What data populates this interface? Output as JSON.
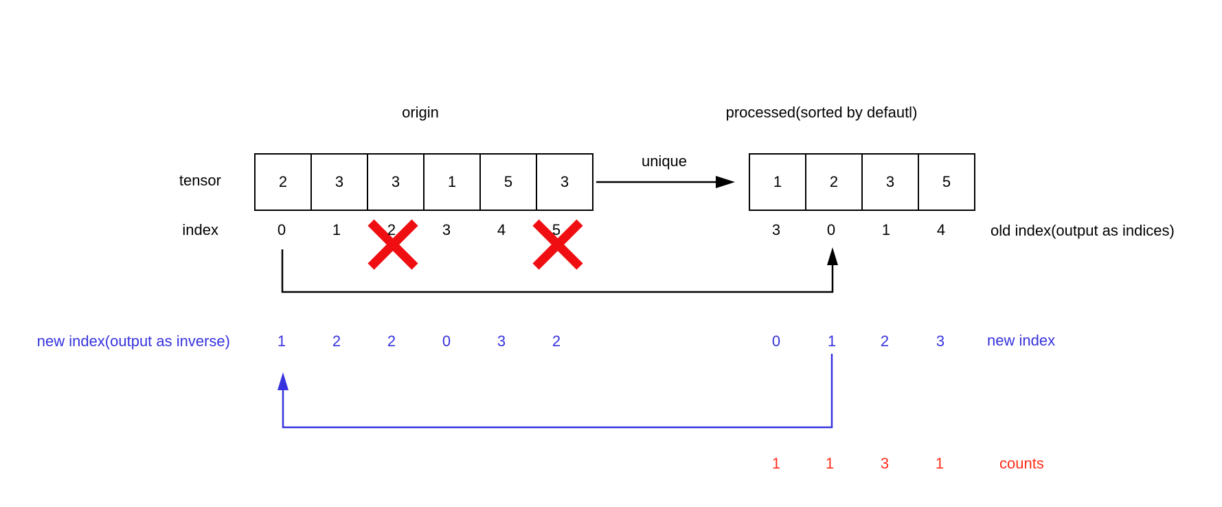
{
  "titles": {
    "origin": "origin",
    "processed": "processed(sorted by defautl)"
  },
  "labels": {
    "tensor": "tensor",
    "index": "index",
    "unique": "unique",
    "old_index": "old index(output as indices)",
    "new_index_left": "new index(output as inverse)",
    "new_index_right": "new index",
    "counts": "counts"
  },
  "origin_tensor": {
    "values": [
      "2",
      "3",
      "3",
      "1",
      "5",
      "3"
    ],
    "indices": [
      "0",
      "1",
      "2",
      "3",
      "4",
      "5"
    ],
    "crossed_out_indices": [
      2,
      5
    ]
  },
  "processed_tensor": {
    "values": [
      "1",
      "2",
      "3",
      "5"
    ],
    "old_indices": [
      "3",
      "0",
      "1",
      "4"
    ]
  },
  "inverse_indices": {
    "left_values": [
      "1",
      "2",
      "2",
      "0",
      "3",
      "2"
    ],
    "right_values": [
      "0",
      "1",
      "2",
      "3"
    ]
  },
  "counts": {
    "values": [
      "1",
      "1",
      "3",
      "1"
    ]
  },
  "colors": {
    "blue": "#3632dd",
    "red_x": "#ef0e11",
    "red_text": "#ff2d1a"
  }
}
